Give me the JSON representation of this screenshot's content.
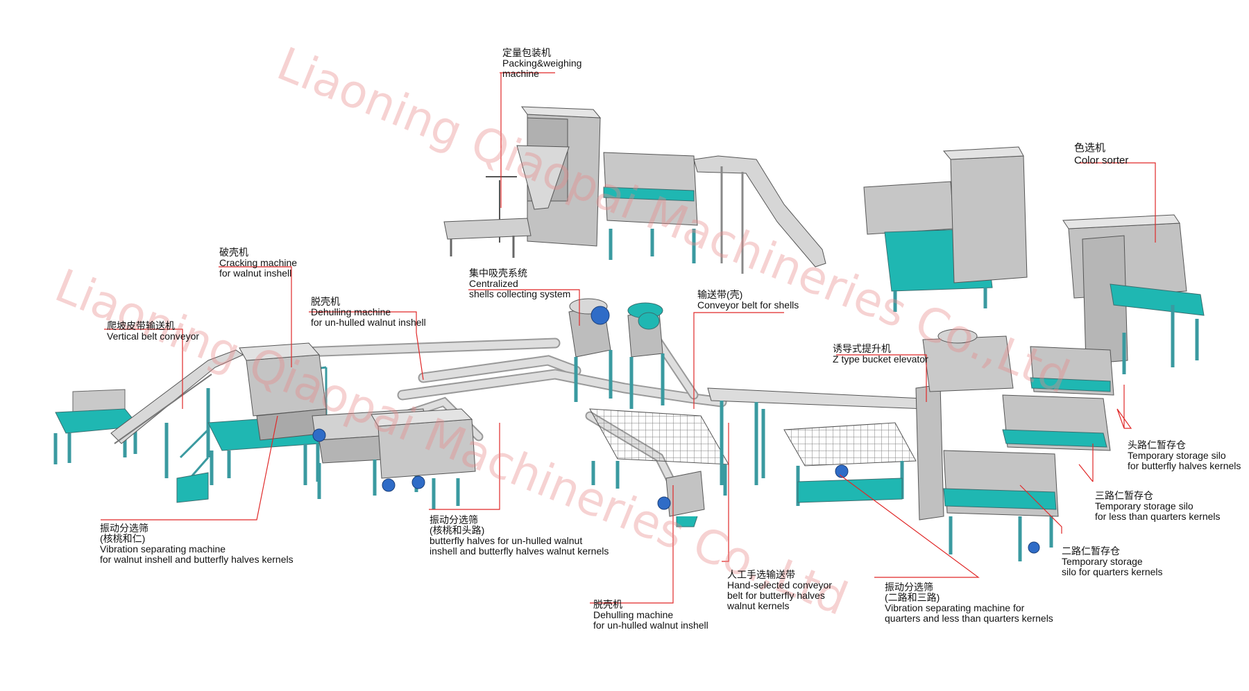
{
  "colors": {
    "leader": "#e02828",
    "cyan": "#1fb7b2",
    "frame": "#3a9aa0",
    "steel": "#bcbcbc",
    "steel_dark": "#8d8d8d",
    "motor": "#2f6cc7",
    "watermark": "#e88a8a"
  },
  "watermark": "Liaoning Qiaopai Machineries Co.,Ltd",
  "labels": {
    "packing": {
      "cn": "定量包装机",
      "en1": "Packing&weighing",
      "en2": "machine"
    },
    "color_sorter": {
      "cn": "色选机",
      "en1": "Color sorter"
    },
    "cracking": {
      "cn": "破壳机",
      "en1": "Cracking machine",
      "en2": "for walnut inshell"
    },
    "shells_collect": {
      "cn": "集中吸壳系统",
      "en1": "Centralized",
      "en2": "shells collecting system"
    },
    "dehull_top": {
      "cn": "脱壳机",
      "en1": "Dehulling machine",
      "en2": "for un-hulled walnut inshell"
    },
    "vertical_belt": {
      "cn": "爬坡皮带输送机",
      "en1": "Vertical belt conveyor"
    },
    "conveyor_shells": {
      "cn": "输送带(壳)",
      "en1": "Conveyor belt for shells"
    },
    "z_elevator": {
      "cn": "诱导式提升机",
      "en1": "Z type bucket elevator"
    },
    "silo_head": {
      "cn": "头路仁暂存仓",
      "en1": "Temporary storage silo",
      "en2": "for butterfly halves kernels"
    },
    "silo_three": {
      "cn": "三路仁暂存仓",
      "en1": "Temporary storage silo",
      "en2": "for less than quarters kernels"
    },
    "silo_two": {
      "cn": "二路仁暂存仓",
      "en1": "Temporary storage",
      "en2": "silo for quarters kernels"
    },
    "vib_left": {
      "cn": "振动分选筛",
      "cn2": "(核桃和仁)",
      "en1": "Vibration separating machine",
      "en2": "for walnut inshell and butterfly halves kernels"
    },
    "vib_mid": {
      "cn": "振动分选筛",
      "cn2": "(核桃和头路)",
      "en1": "butterfly halves for un-hulled walnut",
      "en2": "inshell and butterfly halves walnut kernels"
    },
    "dehull_bottom": {
      "cn": "脱壳机",
      "en1": "Dehulling machine",
      "en2": "for un-hulled walnut inshell"
    },
    "hand_select": {
      "cn": "人工手选输送带",
      "en1": "Hand-selected conveyor",
      "en2": "belt for butterfly halves",
      "en3": "walnut kernels"
    },
    "vib_right": {
      "cn": "振动分选筛",
      "cn2": "(二路和三路)",
      "en1": "Vibration separating machine for",
      "en2": "quarters and less than quarters kernels"
    }
  }
}
